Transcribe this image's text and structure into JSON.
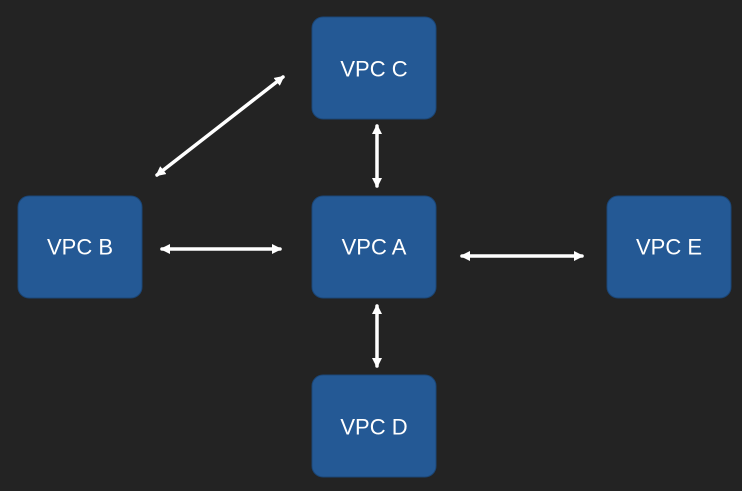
{
  "diagram": {
    "colors": {
      "background": "#232323",
      "node_fill": "#245995",
      "node_text": "#ffffff",
      "arrow": "#ffffff"
    },
    "nodes": {
      "vpc_c": {
        "label": "VPC C"
      },
      "vpc_b": {
        "label": "VPC B"
      },
      "vpc_a": {
        "label": "VPC A"
      },
      "vpc_e": {
        "label": "VPC E"
      },
      "vpc_d": {
        "label": "VPC D"
      }
    },
    "connections": [
      {
        "from": "VPC A",
        "to": "VPC B",
        "direction": "bidirectional"
      },
      {
        "from": "VPC A",
        "to": "VPC C",
        "direction": "bidirectional"
      },
      {
        "from": "VPC A",
        "to": "VPC D",
        "direction": "bidirectional"
      },
      {
        "from": "VPC A",
        "to": "VPC E",
        "direction": "bidirectional"
      },
      {
        "from": "VPC B",
        "to": "VPC C",
        "direction": "bidirectional"
      }
    ]
  }
}
